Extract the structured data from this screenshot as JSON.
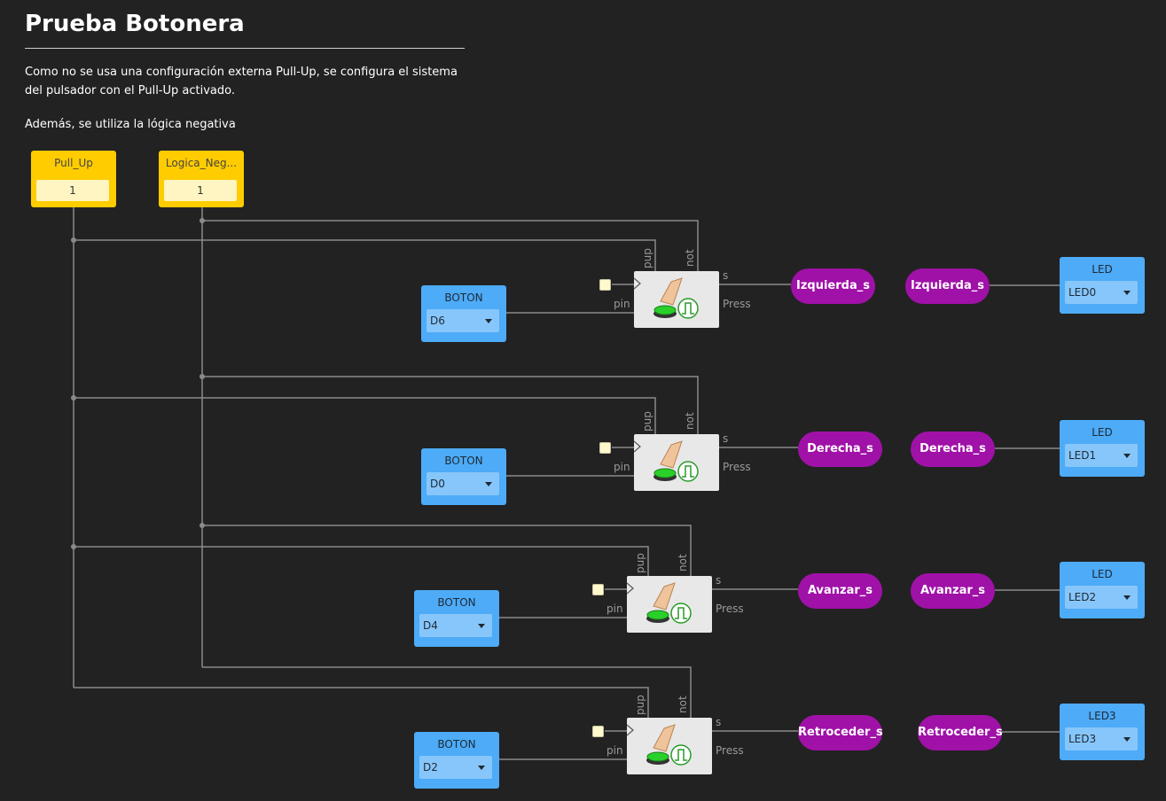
{
  "document": {
    "title": "Prueba Botonera",
    "paragraph1": "Como no se usa una configuración externa Pull-Up, se configura el sistema del pulsador con el Pull-Up activado.",
    "paragraph2": "Además, se utiliza la lógica negativa"
  },
  "constants": [
    {
      "name": "Pull_Up",
      "value": "1"
    },
    {
      "name": "Logica_Neg...",
      "value": "1"
    }
  ],
  "ports": {
    "pup": "pup",
    "not": "not",
    "pin": "pin",
    "s": "s",
    "press": "Press"
  },
  "rows": [
    {
      "boton_label": "BOTON",
      "boton_pin": "D6",
      "tag_out": "Izquierda_s",
      "tag_in": "Izquierda_s",
      "led_label": "LED",
      "led_pin": "LED0"
    },
    {
      "boton_label": "BOTON",
      "boton_pin": "D0",
      "tag_out": "Derecha_s",
      "tag_in": "Derecha_s",
      "led_label": "LED",
      "led_pin": "LED1"
    },
    {
      "boton_label": "BOTON",
      "boton_pin": "D4",
      "tag_out": "Avanzar_s",
      "tag_in": "Avanzar_s",
      "led_label": "LED",
      "led_pin": "LED2"
    },
    {
      "boton_label": "BOTON",
      "boton_pin": "D2",
      "tag_out": "Retroceder_s",
      "tag_in": "Retroceder_s",
      "led_label": "LED3",
      "led_pin": "LED3"
    }
  ],
  "colors": {
    "background": "#222222",
    "constant": "#ffcc00",
    "io_block": "#4dabf7",
    "tag": "#a011a8",
    "wire": "#8a8a8a"
  }
}
